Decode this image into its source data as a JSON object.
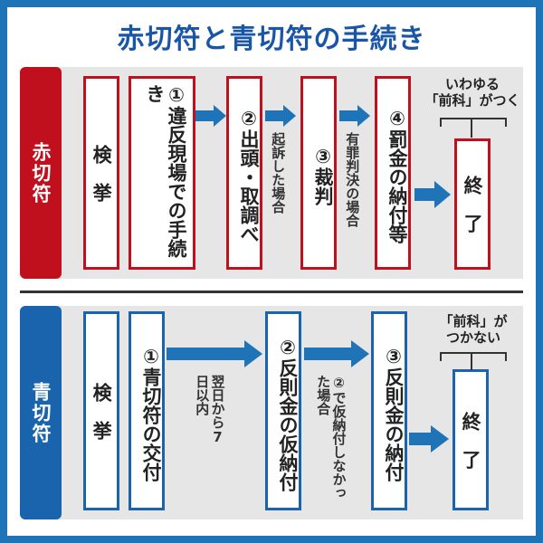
{
  "title": "赤切符と青切符の手続き",
  "colors": {
    "red": "#c0101e",
    "blue": "#1a64ad",
    "title_blue": "#1a56a8",
    "arrow_blue": "#1f73b7"
  },
  "red": {
    "tab": "赤切符",
    "steps": [
      "検　挙",
      "①違反現場での手続き",
      "②出頭・取調べ",
      "③裁判",
      "④罰金の納付等"
    ],
    "notes": [
      "起訴した場合",
      "有罪判決の場合"
    ],
    "callout": [
      "いわゆる",
      "「前科」がつく"
    ],
    "end": "終　了"
  },
  "blue": {
    "tab": "青切符",
    "steps": [
      "検　挙",
      "①青切符の交付",
      "②反則金の仮納付",
      "③反則金の納付"
    ],
    "notes": [
      "翌日から7日以内",
      "②で仮納付しなかった場合"
    ],
    "callout": [
      "「前科」が",
      "つかない"
    ],
    "end": "終　了"
  }
}
